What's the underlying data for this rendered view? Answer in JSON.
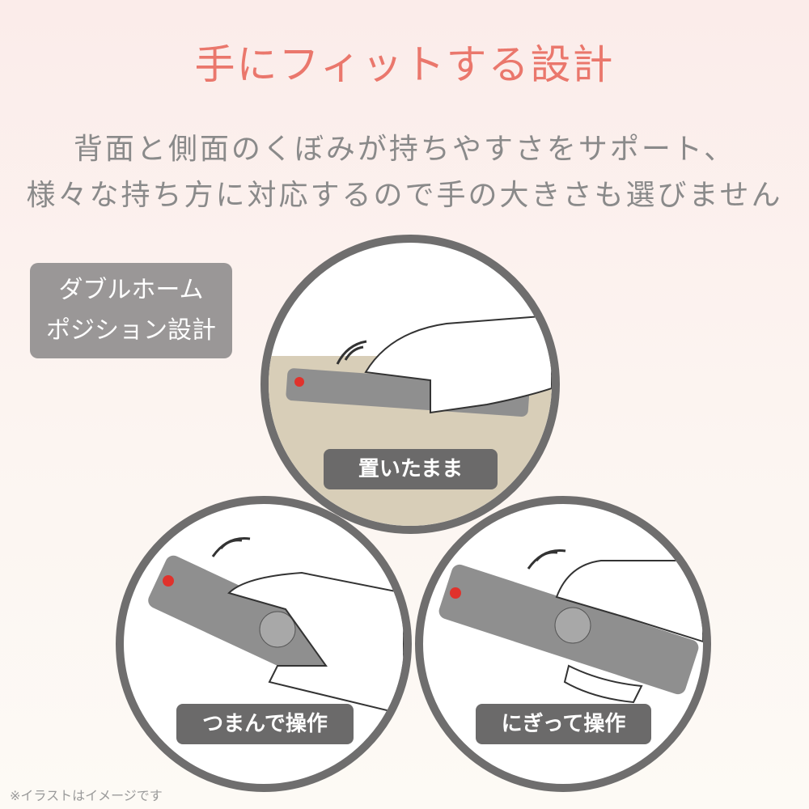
{
  "title": "手にフィットする設計",
  "subtitle": [
    "背面と側面のくぼみが持ちやすさをサポート、",
    "様々な持ち方に対応するので手の大きさも選びません"
  ],
  "badge": [
    "ダブルホーム",
    "ポジション設計"
  ],
  "panels": [
    {
      "label": "置いたまま"
    },
    {
      "label": "つまんで操作"
    },
    {
      "label": "にぎって操作"
    }
  ],
  "footnote": "※イラストはイメージです",
  "colors": {
    "title": "#ea776c",
    "ring": "#6f6e6e",
    "table": "#d8ceb8",
    "remote": "#8f8f8f",
    "power": "#e0322c"
  }
}
